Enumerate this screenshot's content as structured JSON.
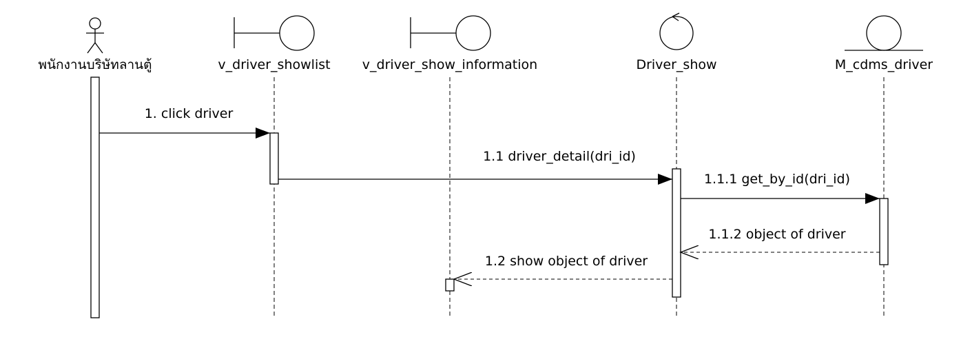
{
  "participants": [
    {
      "id": "actor",
      "kind": "actor",
      "label": "พนักงานบริษัทลานตู้"
    },
    {
      "id": "showlist",
      "kind": "boundary",
      "label": "v_driver_showlist"
    },
    {
      "id": "showinfo",
      "kind": "boundary",
      "label": "v_driver_show_information"
    },
    {
      "id": "controller",
      "kind": "control",
      "label": "Driver_show"
    },
    {
      "id": "model",
      "kind": "entity",
      "label": "M_cdms_driver"
    }
  ],
  "messages": [
    {
      "label": "1. click driver",
      "from": "actor",
      "to": "showlist",
      "type": "sync"
    },
    {
      "label": "1.1 driver_detail(dri_id)",
      "from": "showlist",
      "to": "controller",
      "type": "sync"
    },
    {
      "label": "1.1.1 get_by_id(dri_id)",
      "from": "controller",
      "to": "model",
      "type": "sync"
    },
    {
      "label": "1.1.2 object of driver",
      "from": "model",
      "to": "controller",
      "type": "return"
    },
    {
      "label": "1.2 show object of driver",
      "from": "controller",
      "to": "showinfo",
      "type": "return"
    }
  ]
}
